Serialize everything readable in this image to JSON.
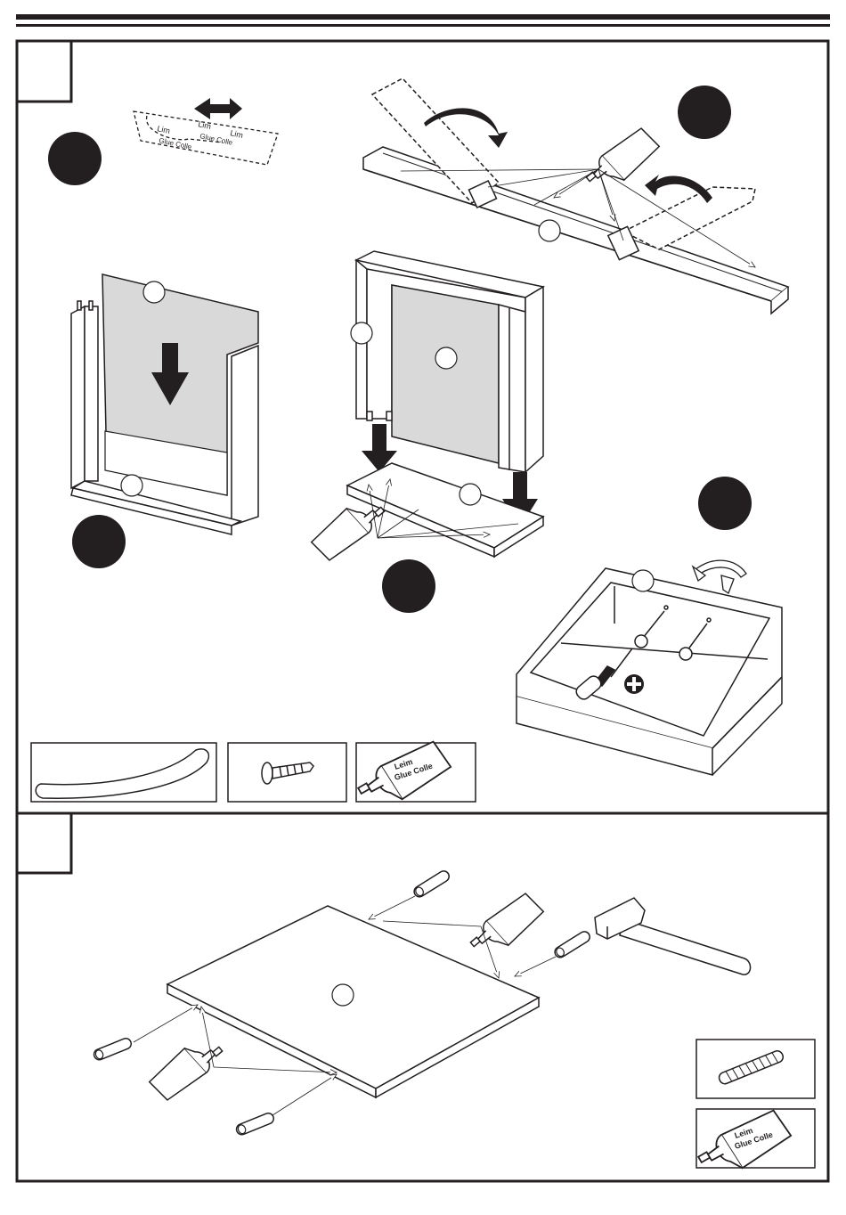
{
  "glue_label_line1": "Lim",
  "glue_label_line2": "Glue Colle",
  "glue_label_line1_b": "Leim",
  "colors": {
    "ink": "#231f20",
    "panel_fill": "#d9d9d9",
    "paper": "#ffffff"
  },
  "icons": {
    "section_marker": "square-tab",
    "step_marker": "black-disc",
    "part_marker": "empty-circle",
    "screwdriver": "phillips-screwdriver-icon",
    "phillips": "phillips-cross-icon"
  },
  "parts_legend_section1": [
    "strap",
    "screw",
    "glue-tube"
  ],
  "parts_legend_section2": [
    "dowel",
    "glue-tube"
  ]
}
